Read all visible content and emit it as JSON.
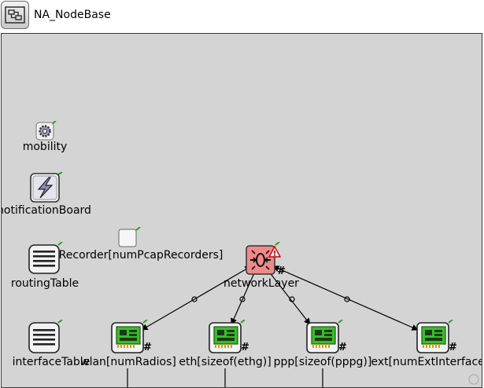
{
  "title": "NA_NodeBase",
  "modules": {
    "mobility": "mobility",
    "notificationBoard": "notificationBoard",
    "pcapRecorder": "pcapRecorder[numPcapRecorders]",
    "routingTable": "routingTable",
    "networkLayer": "networkLayer",
    "interfaceTable": "interfaceTable",
    "wlan": "wlan[numRadios]",
    "eth": "eth[sizeof(ethg)]",
    "ppp": "ppp[sizeof(pppg)]",
    "ext": "ext[numExtInterfaces]"
  },
  "vector_mark": "#",
  "warning_mark": "!",
  "icons": {
    "title": "compound-module-icon",
    "mobility": "gear-icon",
    "notificationBoard": "lightning-icon",
    "pcapRecorder": "square-icon",
    "routingTable": "table-icon",
    "networkLayer": "router-icon",
    "interfaceTable": "table-icon",
    "nic": "nic-card-icon"
  },
  "colors": {
    "canvas": "#d4d4d4",
    "networkLayer": "#f08a8a",
    "nic": "#3cbc2c"
  }
}
